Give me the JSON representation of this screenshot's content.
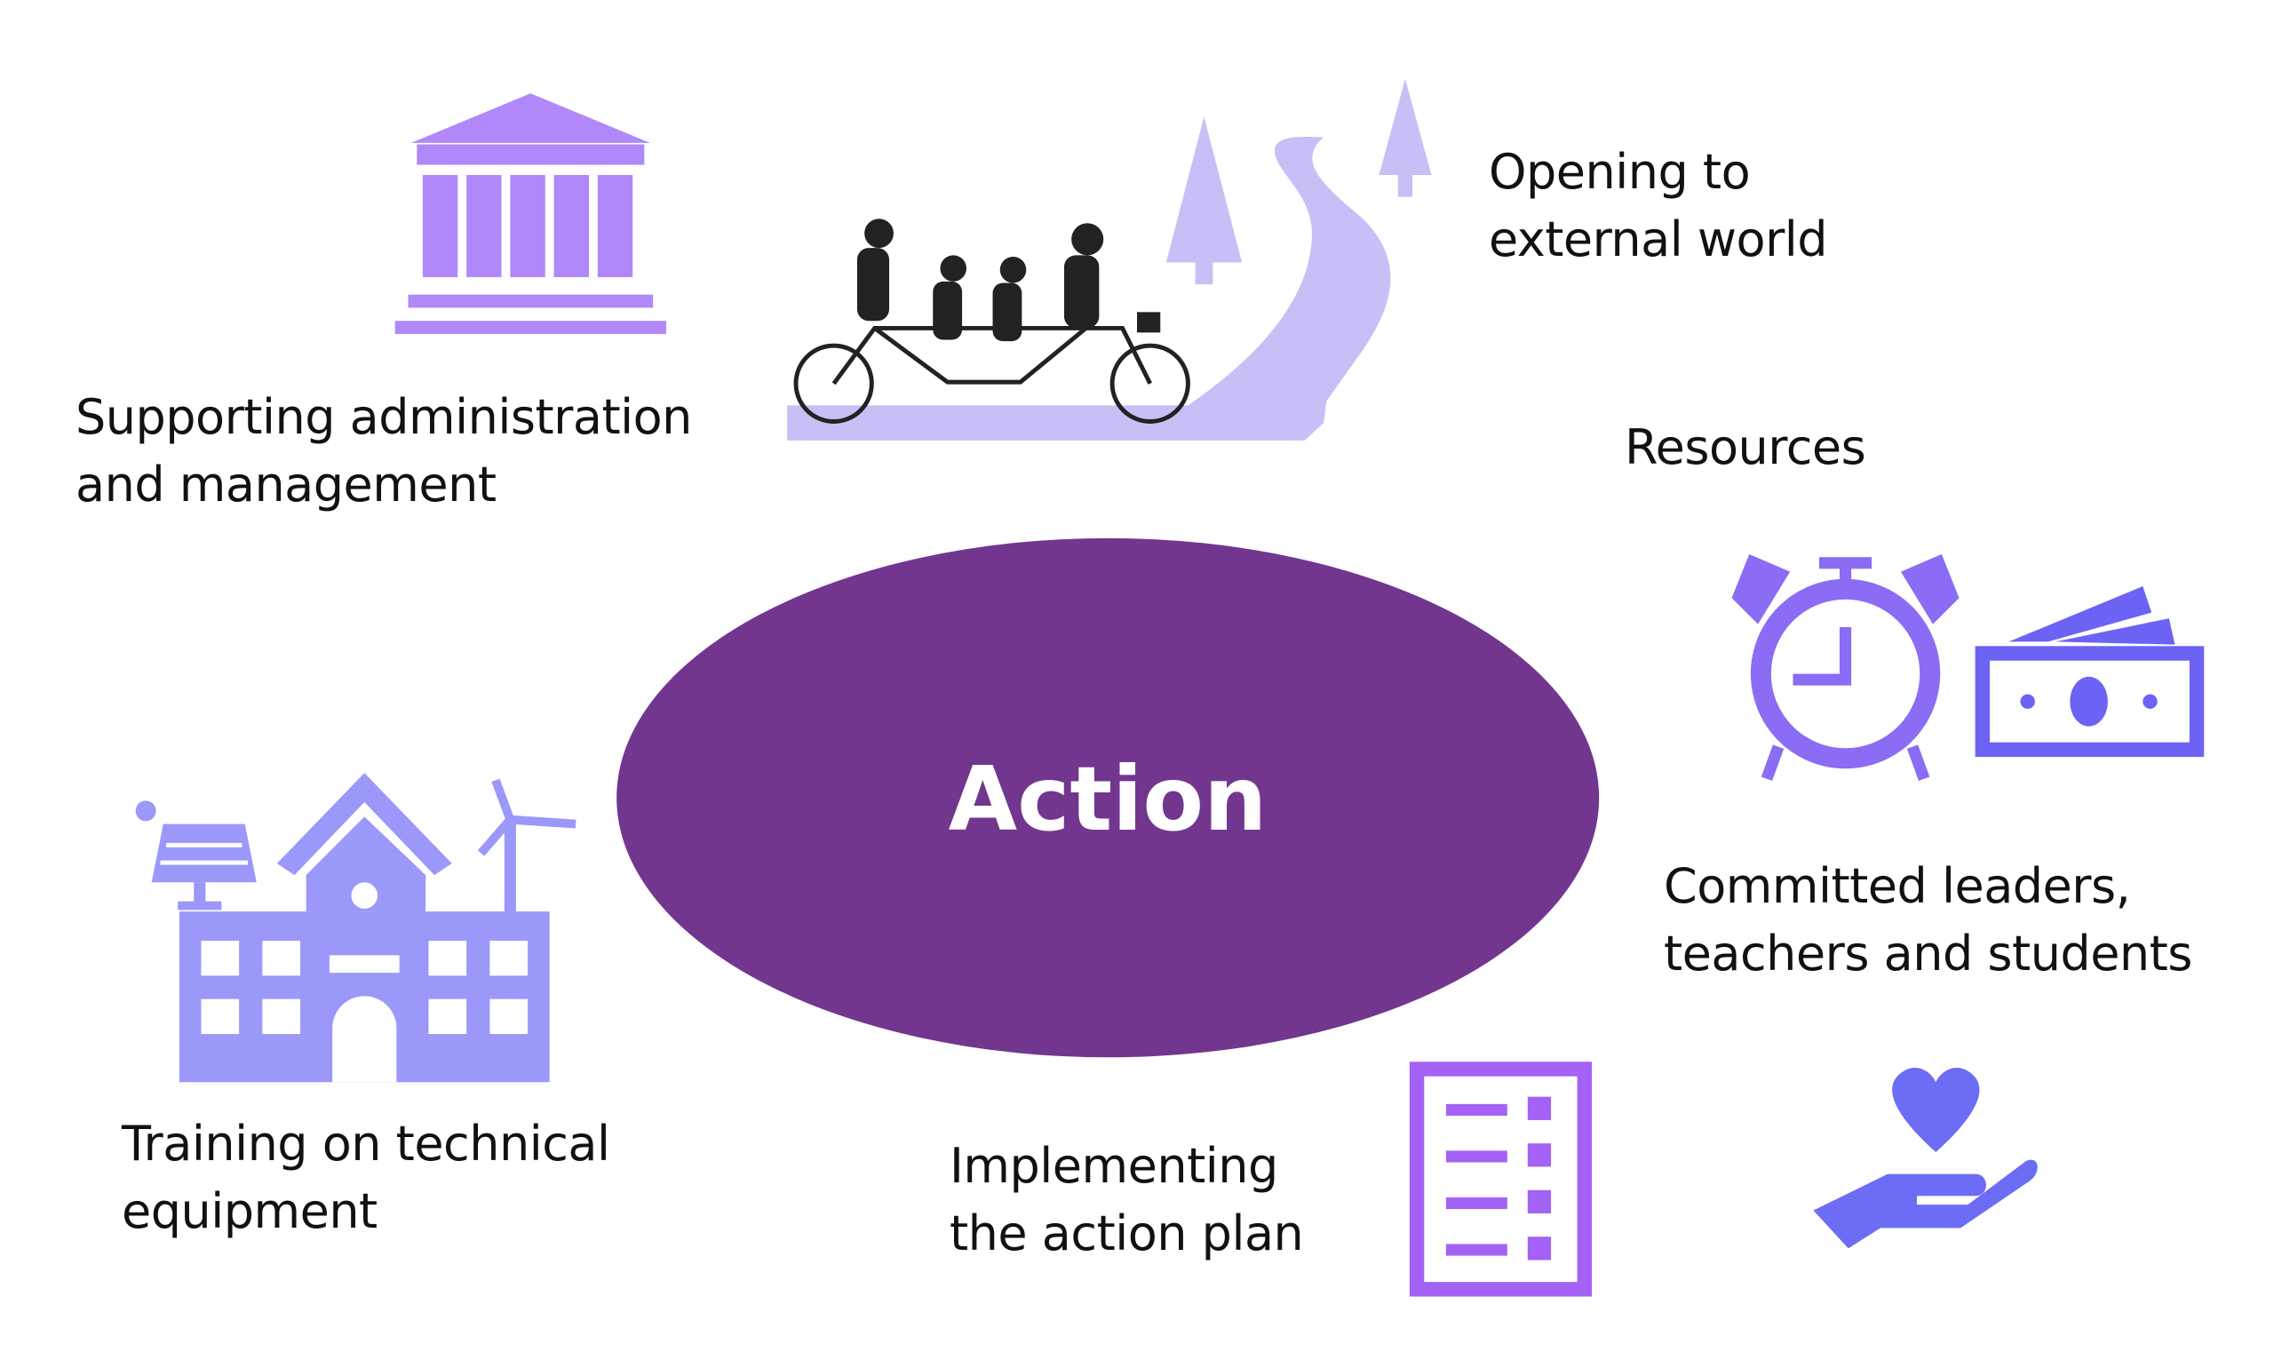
{
  "center": {
    "label": "Action",
    "color": "#72368f"
  },
  "items": [
    {
      "id": "admin",
      "lines": [
        "Supporting administration",
        "and management"
      ],
      "icon": "government-building-icon"
    },
    {
      "id": "external",
      "lines": [
        "Opening to",
        "external world"
      ],
      "icon": "tandem-bicycle-road-icon"
    },
    {
      "id": "resources",
      "lines": [
        "Resources"
      ],
      "icon": "alarm-clock-and-money-icon"
    },
    {
      "id": "committed",
      "lines": [
        "Committed leaders,",
        "teachers and students"
      ],
      "icon": "heart-in-hand-icon"
    },
    {
      "id": "plan",
      "lines": [
        "Implementing",
        "the action plan"
      ],
      "icon": "checklist-icon"
    },
    {
      "id": "training",
      "lines": [
        "Training on technical",
        "equipment"
      ],
      "icon": "green-school-building-icon"
    }
  ]
}
